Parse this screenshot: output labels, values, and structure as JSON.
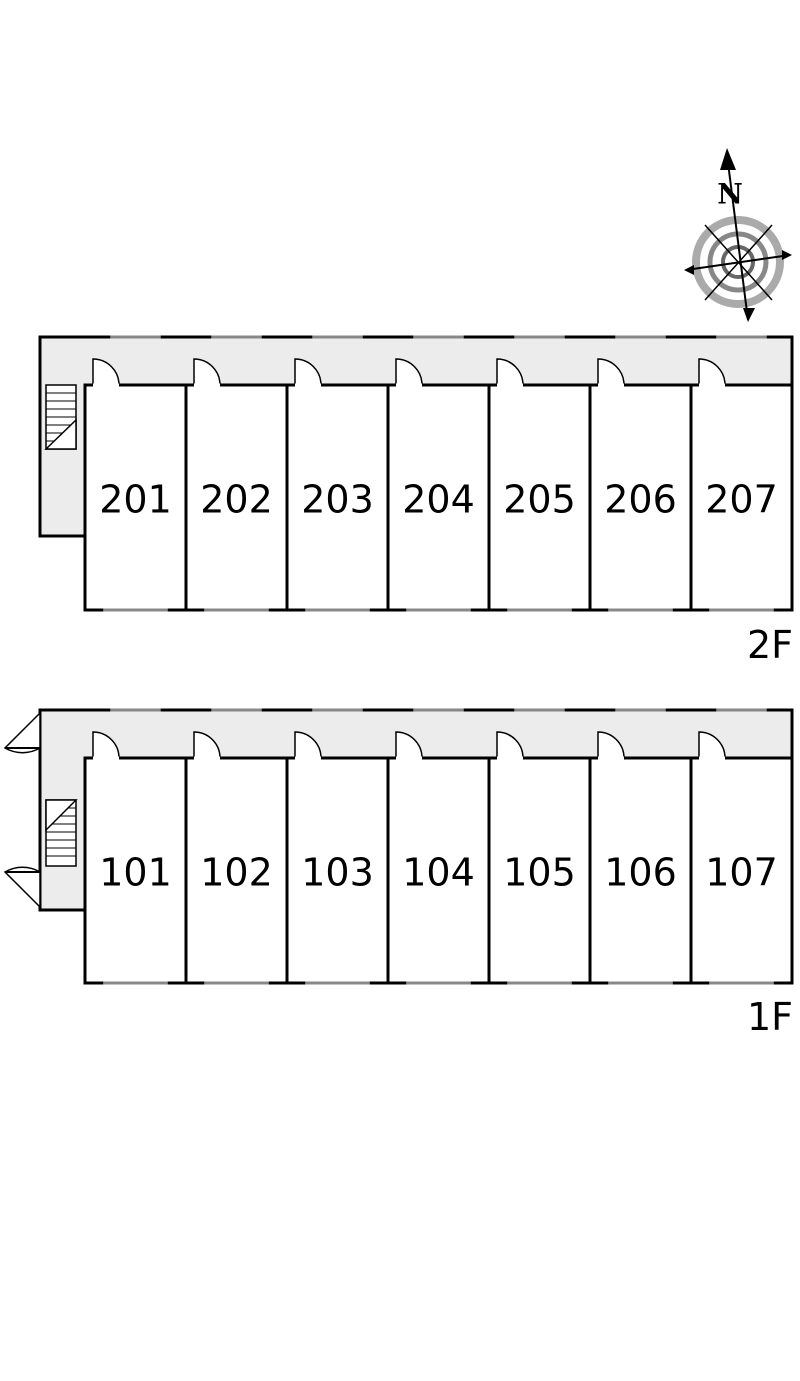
{
  "compass": {
    "north_label": "N"
  },
  "floors": [
    {
      "label": "2F",
      "units": [
        "201",
        "202",
        "203",
        "204",
        "205",
        "206",
        "207"
      ]
    },
    {
      "label": "1F",
      "units": [
        "101",
        "102",
        "103",
        "104",
        "105",
        "106",
        "107"
      ]
    }
  ]
}
